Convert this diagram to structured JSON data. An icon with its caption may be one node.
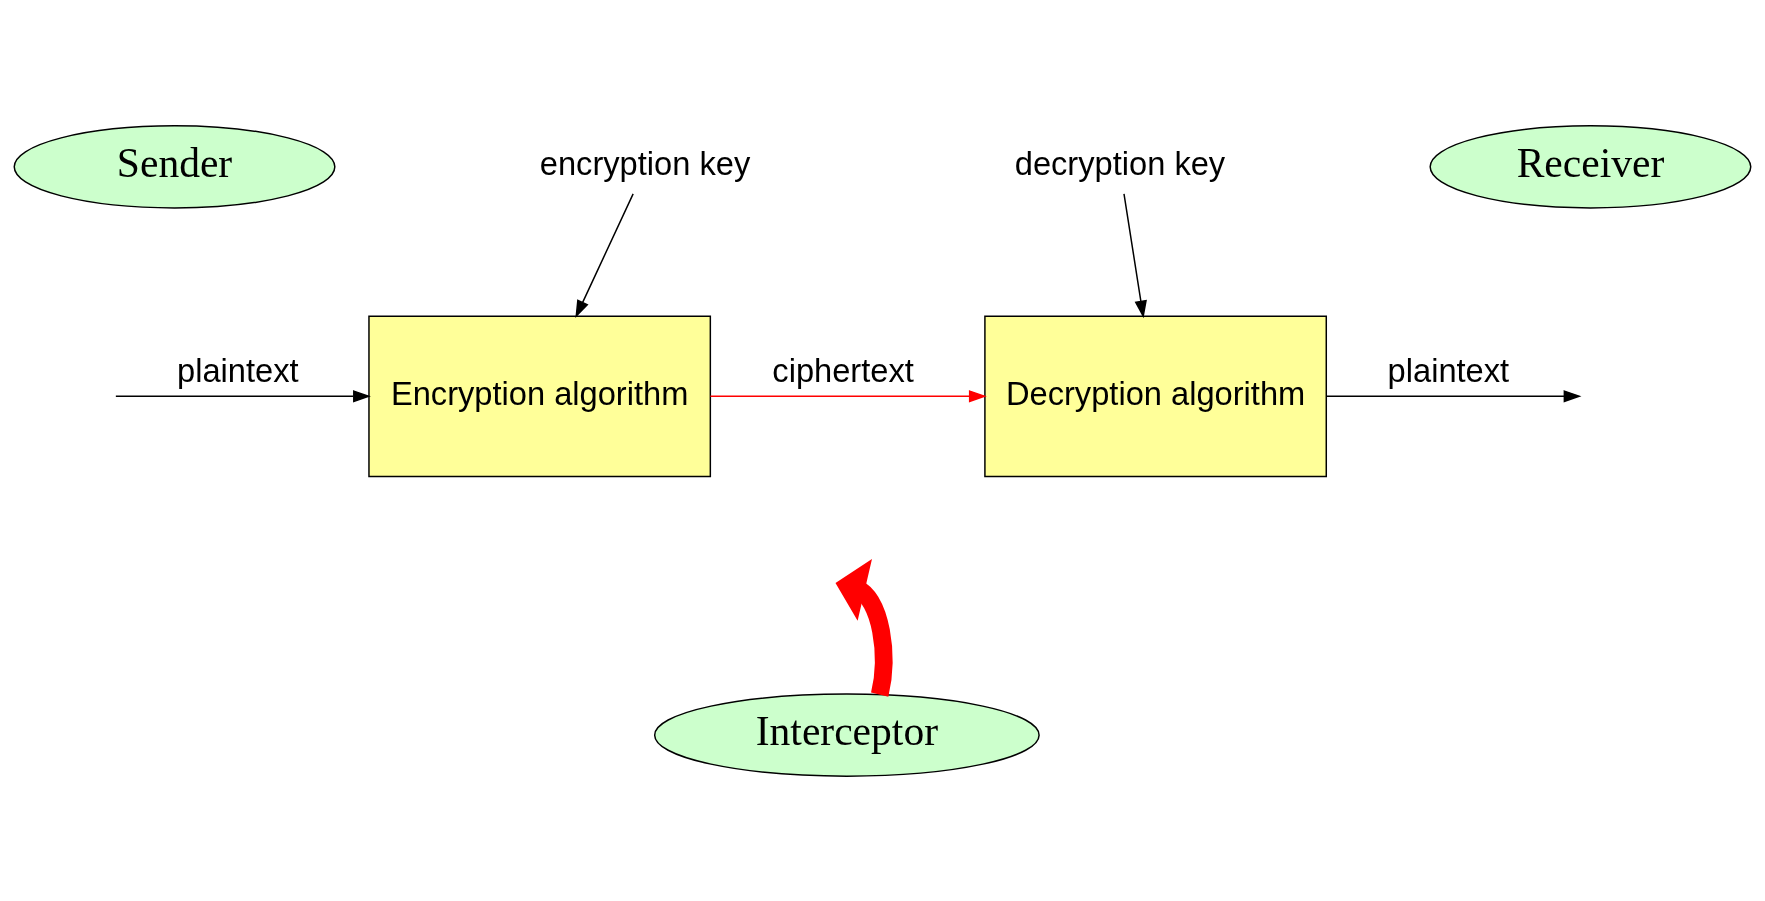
{
  "diagram": {
    "nodes": [
      {
        "text": [
          "Sender"
        ]
      },
      {
        "text": [
          "Receiver"
        ]
      },
      {
        "text": [
          "encryption key"
        ]
      },
      {
        "text": [
          "decryption key"
        ]
      },
      {
        "text": [
          "Encryption algorithm"
        ]
      },
      {
        "text": [
          "Decryption algorithm"
        ]
      },
      {
        "text": [
          "Interceptor"
        ]
      }
    ],
    "edges": [
      {
        "from": null,
        "to": 4,
        "arrow": "to",
        "label": "plaintext"
      },
      {
        "from": 2,
        "to": 4,
        "arrow": "to"
      },
      {
        "from": 4,
        "to": 5,
        "arrow": "to",
        "label": "ciphertext",
        "color": "#ff0000"
      },
      {
        "from": 3,
        "to": 5,
        "arrow": "to"
      },
      {
        "from": 5,
        "to": null,
        "arrow": "to",
        "label": "plaintext"
      },
      {
        "from": 6,
        "to": null,
        "arrow": "to",
        "style": "thick",
        "color": "#ff0000"
      }
    ]
  }
}
